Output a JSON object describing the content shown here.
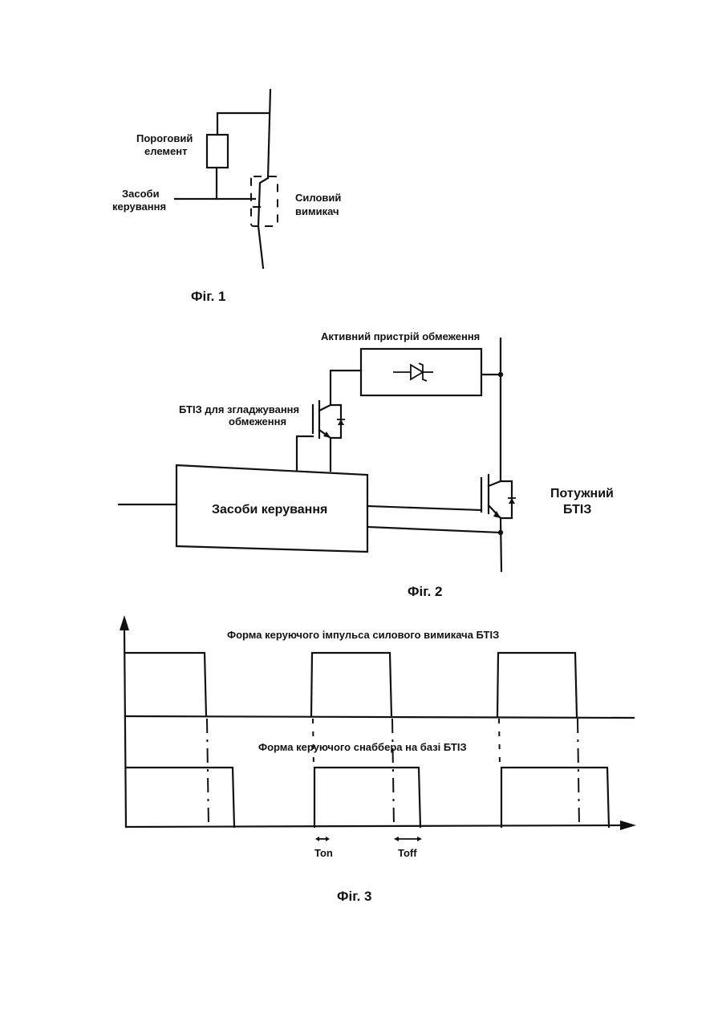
{
  "fig1": {
    "caption": "Фіг. 1",
    "threshold_label_line1": "Пороговий",
    "threshold_label_line2": "елемент",
    "control_label_line1": "Засоби",
    "control_label_line2": "керування",
    "switch_label_line1": "Силовий",
    "switch_label_line2": "вимикач"
  },
  "fig2": {
    "caption": "Фіг. 2",
    "active_clamp_label": "Активний пристрій обмеження",
    "snubber_igbt_label_line1": "БТІЗ для згладжування",
    "snubber_igbt_label_line2": "обмеження",
    "control_box_label": "Засоби керування",
    "power_igbt_label_line1": "Потужний",
    "power_igbt_label_line2": "БТІЗ"
  },
  "fig3": {
    "caption": "Фіг. 3",
    "top_waveform_label": "Форма керуючого імпульса силового вимикача БТІЗ",
    "bottom_waveform_label": "Форма керуючого снаббера на базі БТІЗ",
    "ton_label": "Ton",
    "toff_label": "Toff"
  }
}
